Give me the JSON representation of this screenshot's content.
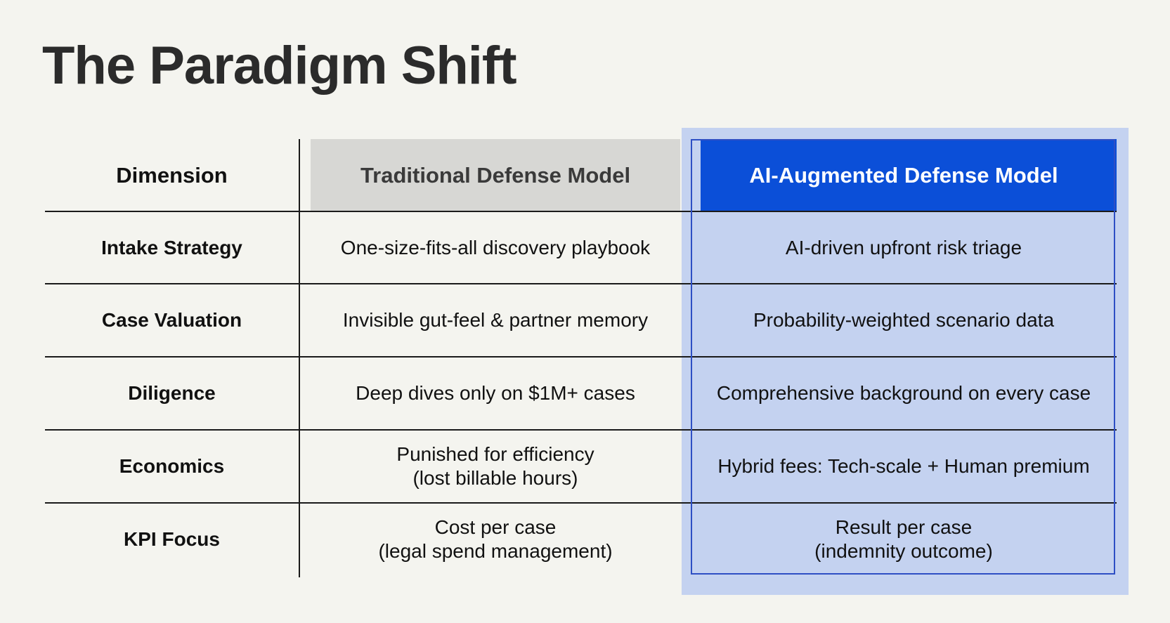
{
  "title": "The Paradigm Shift",
  "table": {
    "headers": {
      "dimension": "Dimension",
      "traditional": "Traditional Defense Model",
      "ai": "AI-Augmented Defense Model"
    },
    "rows": [
      {
        "dimension": "Intake Strategy",
        "traditional": "One-size-fits-all discovery playbook",
        "ai": "AI-driven upfront risk triage"
      },
      {
        "dimension": "Case Valuation",
        "traditional": "Invisible gut-feel & partner memory",
        "ai": "Probability-weighted scenario data"
      },
      {
        "dimension": "Diligence",
        "traditional": "Deep dives only on $1M+ cases",
        "ai": "Comprehensive background on every case"
      },
      {
        "dimension": "Economics",
        "traditional": "Punished for efficiency\n(lost billable hours)",
        "ai": "Hybrid fees: Tech-scale + Human premium"
      },
      {
        "dimension": "KPI Focus",
        "traditional": "Cost per case\n(legal spend management)",
        "ai": "Result per case\n(indemnity outcome)"
      }
    ]
  },
  "colors": {
    "background": "#f4f4ef",
    "traditional_header": "#d7d7d4",
    "ai_header": "#0b4fd8",
    "ai_column": "#c4d2f0",
    "ai_border": "#2e4fc4"
  }
}
